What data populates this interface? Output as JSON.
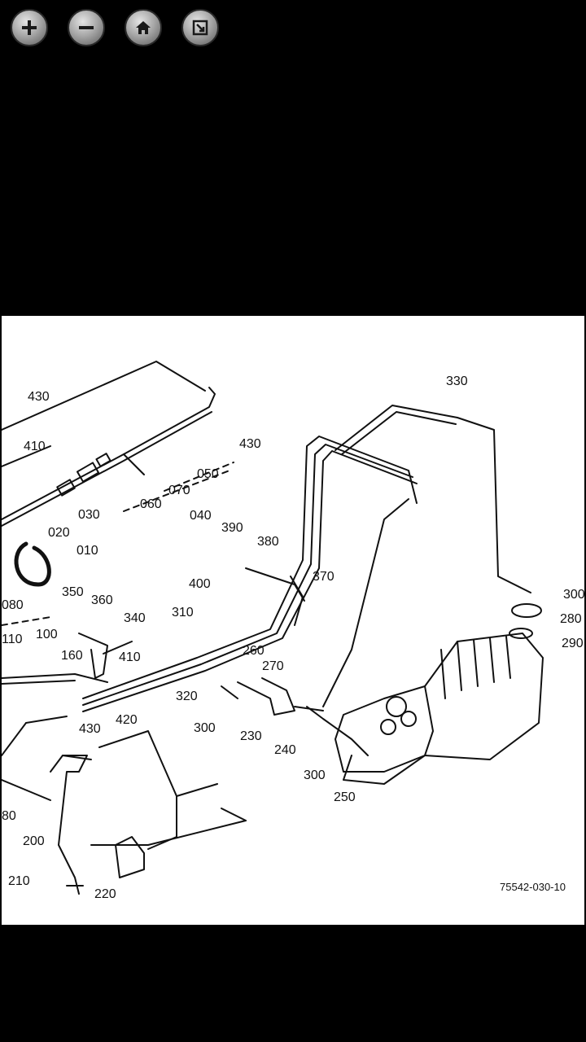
{
  "toolbar": {
    "buttons": [
      {
        "name": "zoom-in-button",
        "icon": "plus-icon"
      },
      {
        "name": "zoom-out-button",
        "icon": "minus-icon"
      },
      {
        "name": "home-button",
        "icon": "home-icon"
      },
      {
        "name": "fit-screen-button",
        "icon": "fit-screen-icon"
      }
    ]
  },
  "diagram": {
    "labels": {
      "p430a": "430",
      "p410a": "410",
      "p430b": "430",
      "p050": "050",
      "p070": "070",
      "p060": "060",
      "p040": "040",
      "p030": "030",
      "p020": "020",
      "p010": "010",
      "p330": "330",
      "p390": "390",
      "p380": "380",
      "p400": "400",
      "p370": "370",
      "p300a": "300",
      "p280": "280",
      "p290": "290",
      "p080": "080",
      "p350": "350",
      "p360": "360",
      "p340": "340",
      "p310": "310",
      "p100": "100",
      "p110": "110",
      "p160": "160",
      "p410b": "410",
      "p260": "260",
      "p270": "270",
      "p320": "320",
      "p420": "420",
      "p430c": "430",
      "p300b": "300",
      "p230": "230",
      "p240": "240",
      "p300c": "300",
      "p250": "250",
      "p200": "200",
      "p210": "210",
      "p220": "220",
      "p080b": "80"
    },
    "reference_code": "75542-030-10"
  }
}
